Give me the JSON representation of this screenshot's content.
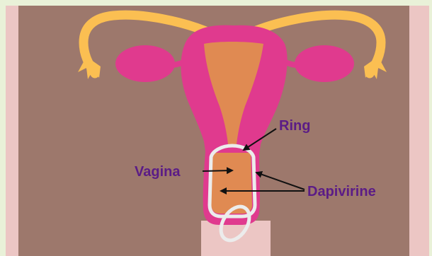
{
  "diagram": {
    "labels": {
      "ring": "Ring",
      "vagina": "Vagina",
      "dapivirine": "Dapivirine"
    }
  },
  "colors": {
    "page_background": "#e9f1d8",
    "panel_background": "#9d786c",
    "skin_light": "#ecc6c4",
    "uterus_wall": "#e03a8e",
    "uterus_inner": "#e08a52",
    "fallopian_tube": "#fbbf52",
    "ring": "#ececec",
    "label_text": "#5b1c86",
    "arrow": "#111111"
  }
}
